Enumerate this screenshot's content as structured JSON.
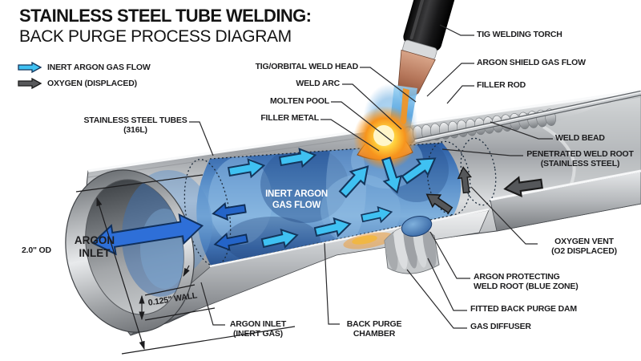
{
  "title": {
    "line1": "STAINLESS STEEL TUBE WELDING:",
    "line2": "BACK PURGE PROCESS DIAGRAM"
  },
  "legend": {
    "argon": {
      "label": "INERT ARGON GAS FLOW",
      "color": "#3FC1F2"
    },
    "oxygen": {
      "label": "OXYGEN (DISPLACED)",
      "color": "#58595B"
    }
  },
  "callouts": {
    "tig_welding_torch": "TIG WELDING TORCH",
    "argon_shield_gas_flow": "ARGON SHIELD GAS FLOW",
    "filler_rod": "FILLER ROD",
    "tig_orbital_weld_head": "TIG/ORBITAL WELD HEAD",
    "weld_arc": "WELD ARC",
    "molten_pool": "MOLTEN POOL",
    "filler_metal": "FILLER METAL",
    "weld_bead": "WELD BEAD",
    "penetrated_weld_root": "PENETRATED WELD ROOT\n(STAINLESS STEEL)",
    "stainless_steel_tubes": "STAINLESS STEEL TUBES\n(316L)",
    "oxygen_vent": "OXYGEN VENT\n(O2 DISPLACED)",
    "argon_protecting_weld_root": "ARGON PROTECTING\nWELD ROOT (BLUE ZONE)",
    "fitted_back_purge_dam": "FITTED BACK PURGE DAM",
    "gas_diffuser": "GAS DIFFUSER",
    "argon_inlet_bottom": "ARGON INLET\n(INERT GAS)",
    "back_purge_chamber": "BACK PURGE\nCHAMBER",
    "argon_inlet": "ARGON\nINLET",
    "inert_argon_gas_flow": "INERT ARGON\nGAS FLOW"
  },
  "dimensions": {
    "outer_diameter": "2.0\" OD",
    "wall_thickness": "0.125\" WALL"
  },
  "colors": {
    "argon_blue": "#3FC1F2",
    "oxygen_gray": "#58595B",
    "inlet_blue": "#2E6FD8",
    "chamber_blue": "#4A7FC1",
    "weld_orange": "#F7941D",
    "steel_light": "#E9EBED",
    "steel_dark": "#6F7377",
    "torch_copper": "#B5765A"
  }
}
